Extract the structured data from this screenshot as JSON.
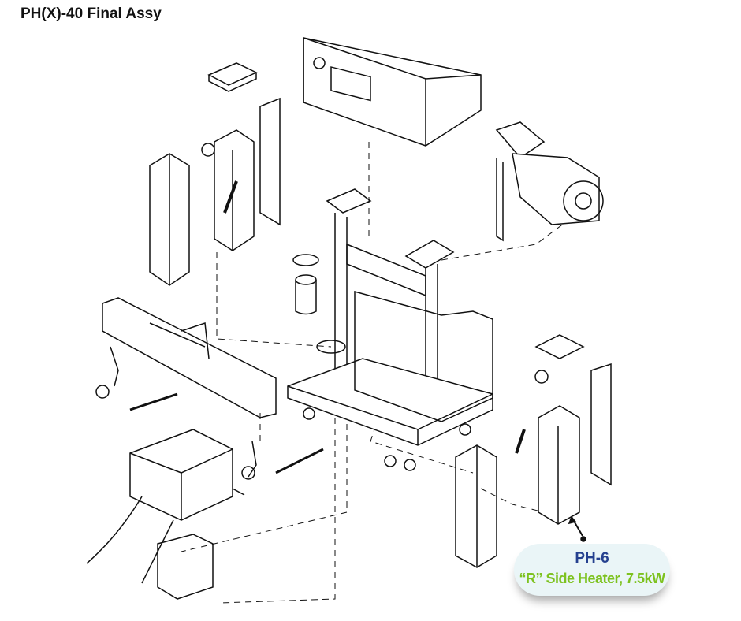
{
  "title": "PH(X)-40 Final Assy",
  "callout": {
    "code": "PH-6",
    "description": "“R” Side Heater, 7.5kW",
    "code_color": "#25408f",
    "description_color": "#7dc21f"
  }
}
